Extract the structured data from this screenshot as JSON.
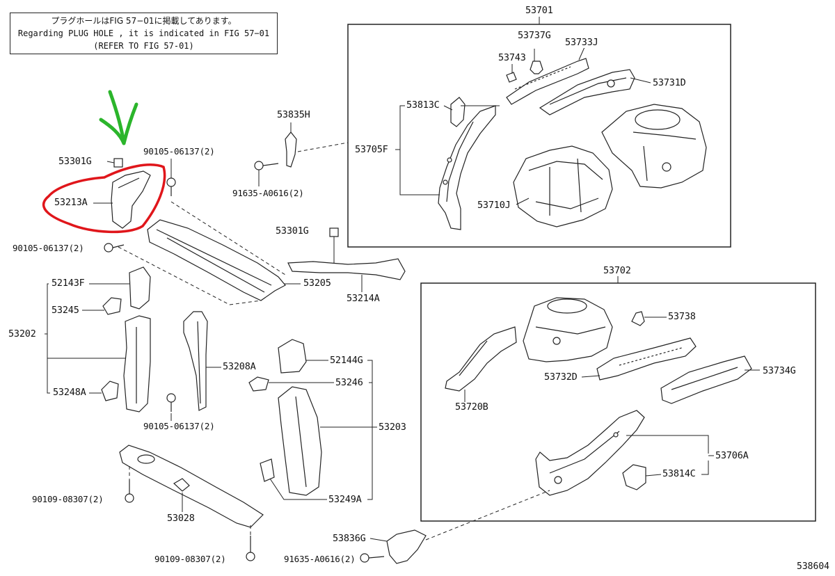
{
  "note": {
    "line1": "プラグホールはFIG 57−01に掲載してあります。",
    "line2": "Regarding PLUG HOLE , it is indicated in FIG 57−01",
    "line3": "(REFER TO FIG 57-01)"
  },
  "labels": {
    "g53701": "53701",
    "g53702": "53702",
    "p53737G": "53737G",
    "p53733J": "53733J",
    "p53743": "53743",
    "p53731D": "53731D",
    "p53813C": "53813C",
    "p53705F": "53705F",
    "p53710J": "53710J",
    "p53835H": "53835H",
    "p91635a": "91635-A0616(2)",
    "p90105a": "90105-06137(2)",
    "p53301Ga": "53301G",
    "p53213A": "53213A",
    "p90105b": "90105-06137(2)",
    "p53301Gb": "53301G",
    "p53205": "53205",
    "p53214A": "53214A",
    "p52143F": "52143F",
    "p53245": "53245",
    "p53202": "53202",
    "p53248A": "53248A",
    "p53208A": "53208A",
    "p90105c": "90105-06137(2)",
    "p52144G": "52144G",
    "p53246": "53246",
    "p53203": "53203",
    "p53249A": "53249A",
    "p53738": "53738",
    "p53732D": "53732D",
    "p53734G": "53734G",
    "p53720B": "53720B",
    "p53706A": "53706A",
    "p53814C": "53814C",
    "p90109a": "90109-08307(2)",
    "p53028": "53028",
    "p90109b": "90109-08307(2)",
    "p91635b": "91635-A0616(2)",
    "p53836G": "53836G",
    "page_id": "538604"
  },
  "colors": {
    "line": "#222222",
    "annotation_red": "#e0161b",
    "annotation_green": "#2bb52b"
  }
}
